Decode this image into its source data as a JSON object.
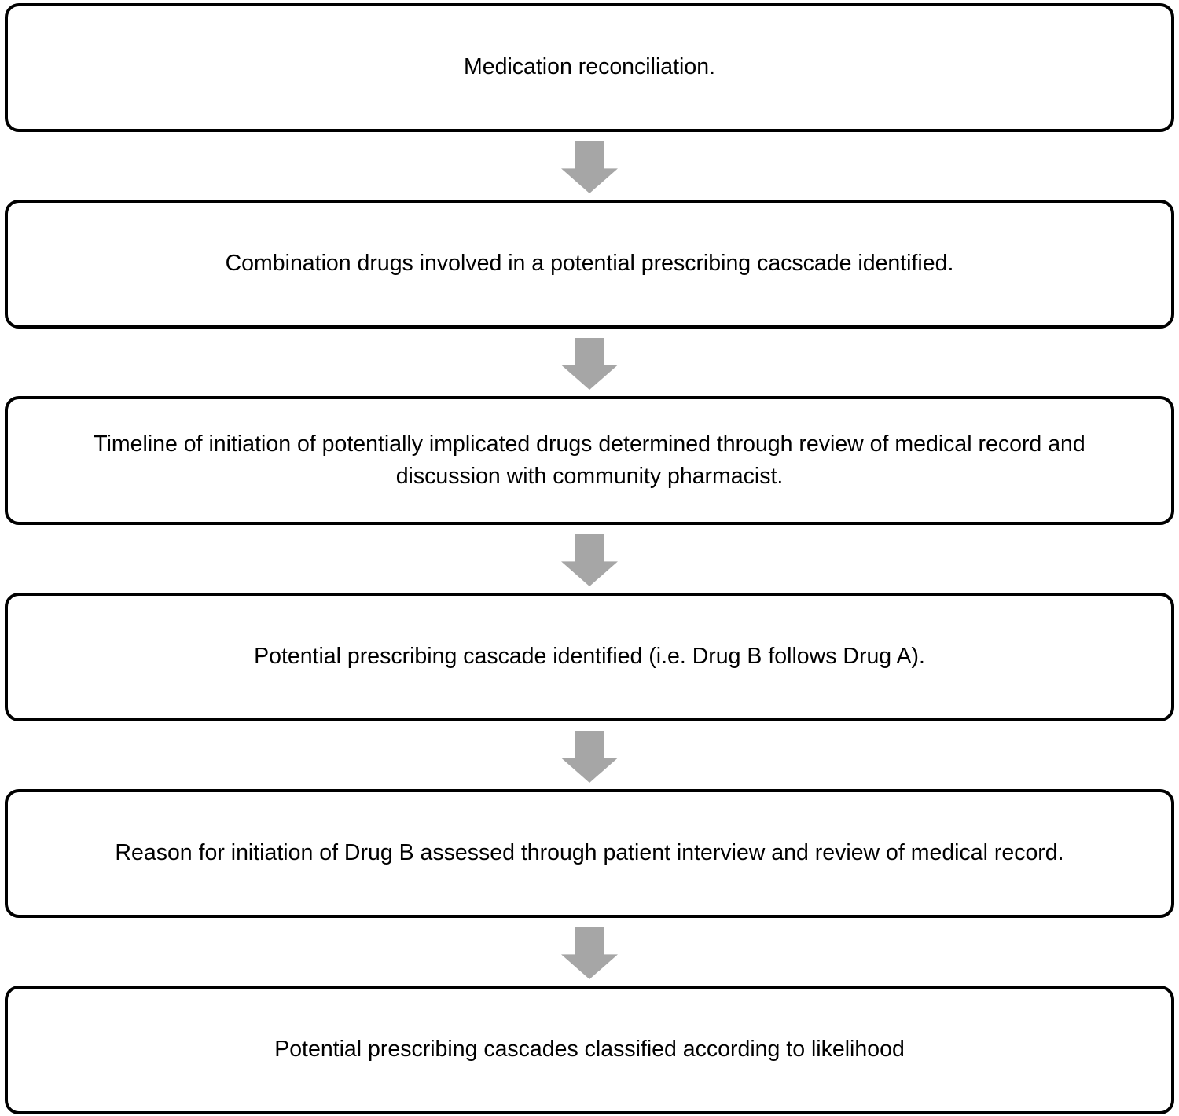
{
  "diagram": {
    "type": "flowchart",
    "direction": "top-to-bottom",
    "box_border_color": "#000000",
    "box_fill_color": "#ffffff",
    "arrow_color": "#a6a6a6",
    "steps": [
      {
        "text": "Medication reconciliation."
      },
      {
        "text": "Combination drugs involved in a potential prescribing cacscade identified."
      },
      {
        "text": "Timeline of initiation of potentially implicated drugs determined through review of medical record and discussion with community pharmacist."
      },
      {
        "text": "Potential prescribing cascade identified (i.e. Drug B follows Drug A)."
      },
      {
        "text": "Reason for initiation of Drug B assessed through patient interview and review of medical record."
      },
      {
        "text": "Potential prescribing cascades classified according to likelihood"
      }
    ]
  }
}
